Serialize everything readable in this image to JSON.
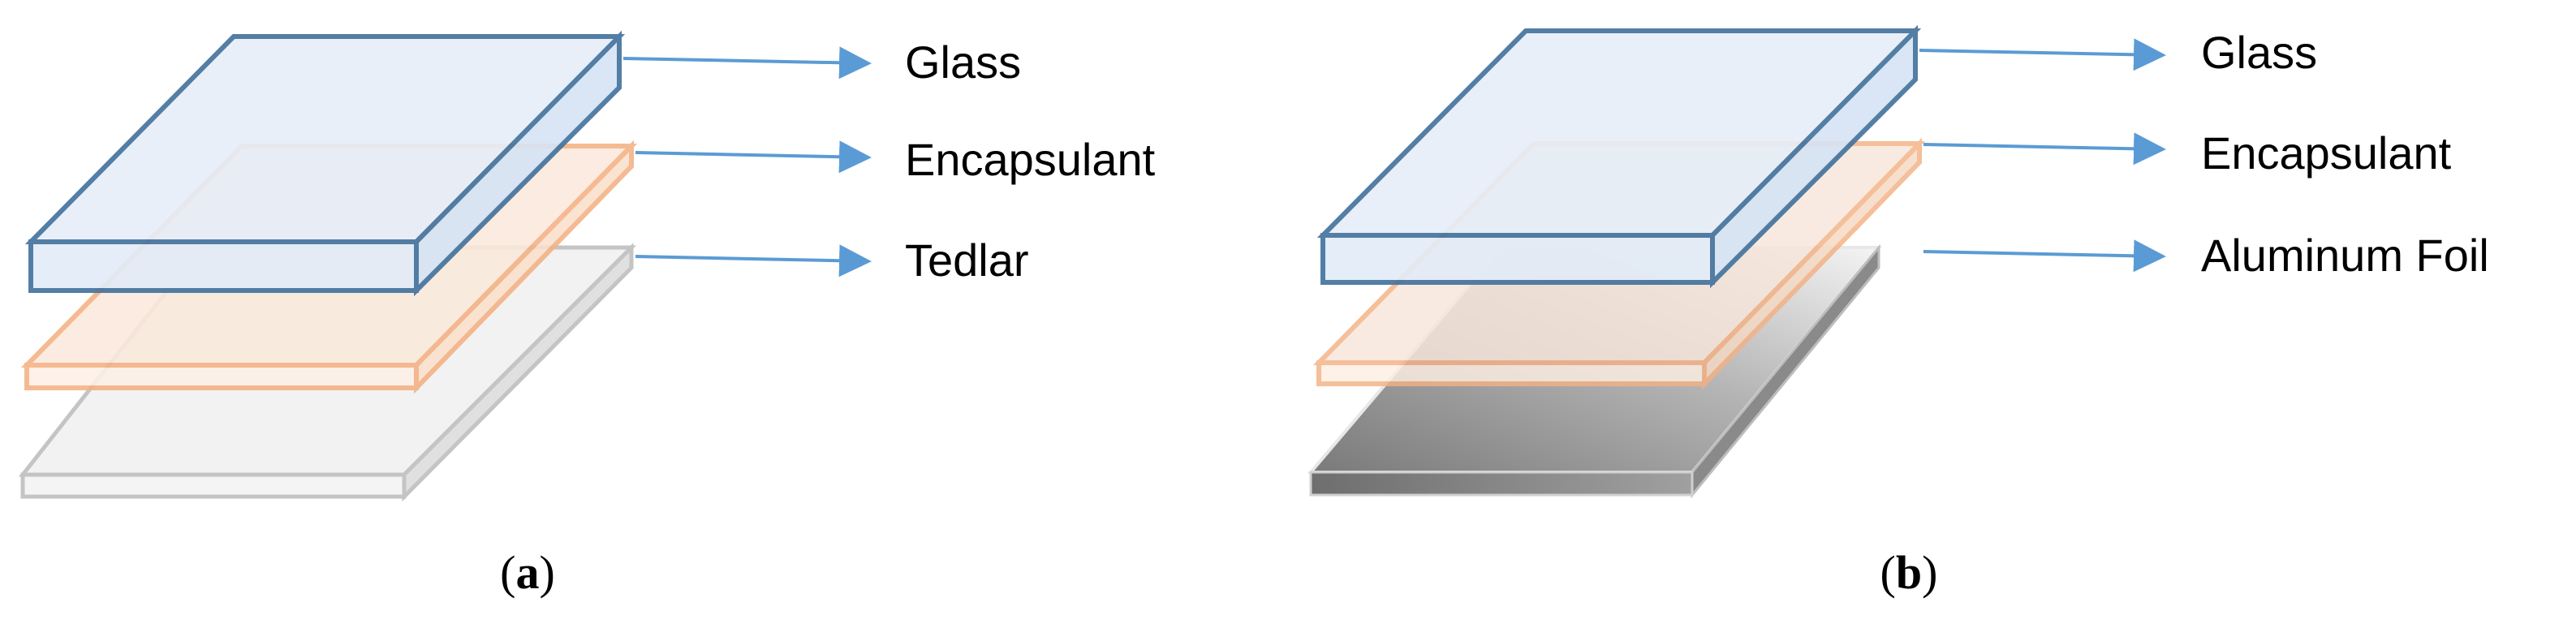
{
  "panels": [
    {
      "caption_letter": "a",
      "layers": [
        {
          "label": "Glass",
          "color": "#41719c",
          "fill": "#e4eef9"
        },
        {
          "label": "Encapsulant",
          "color": "#f4b183",
          "fill": "#fbe5d6"
        },
        {
          "label": "Tedlar",
          "color": "#bfbfbf",
          "fill": "#f2f2f2"
        }
      ]
    },
    {
      "caption_letter": "b",
      "layers": [
        {
          "label": "Glass",
          "color": "#41719c",
          "fill": "#e4eef9"
        },
        {
          "label": "Encapsulant",
          "color": "#f4b183",
          "fill": "#fbe5d6"
        },
        {
          "label": "Aluminum Foil",
          "color": "#7f7f7f",
          "fill": "#a6a6a6"
        }
      ]
    }
  ],
  "colors": {
    "arrow": "#5b9bd5",
    "glass_edge": "#41719c",
    "encapsulant_edge": "#f4b183",
    "tedlar_edge": "#bfbfbf",
    "foil": "#8c8c8c"
  }
}
